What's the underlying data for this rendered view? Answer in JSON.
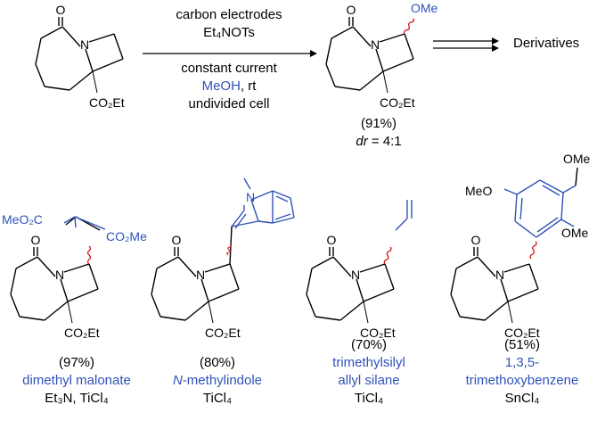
{
  "colors": {
    "black": "#000000",
    "blue": "#2f52b8",
    "red": "#d01c1c"
  },
  "scheme": {
    "conditions": {
      "line1": "carbon electrodes",
      "line2": "Et₄NOTs",
      "line3": "constant current",
      "meoh": "MeOH",
      "rt": ", rt",
      "line5": "undivided cell"
    },
    "product": {
      "yield": "(91%)",
      "dr_label": "dr",
      "dr_value": " = 4:1"
    },
    "derivatives_label": "Derivatives"
  },
  "atoms": {
    "O": "O",
    "N": "N",
    "CO2Et": "CO₂Et",
    "OMe": "OMe",
    "MeO2C": "MeO₂C",
    "CO2Me": "CO₂Me",
    "MeO": "MeO"
  },
  "products": [
    {
      "yield": "(97%)",
      "nucleophile": "dimethyl malonate",
      "reagent": "Et₃N, TiCl₄"
    },
    {
      "yield": "(80%)",
      "nucleophile_italic": "N",
      "nucleophile_rest": "-methylindole",
      "reagent": "TiCl₄"
    },
    {
      "yield": "(70%)",
      "nucleophile_line1": "trimethylsilyl",
      "nucleophile_line2": "allyl silane",
      "reagent": "TiCl₄"
    },
    {
      "yield": "(51%)",
      "nucleophile_line1": "1,3,5-",
      "nucleophile_line2": "trimethoxybenzene",
      "reagent": "SnCl₄"
    }
  ]
}
